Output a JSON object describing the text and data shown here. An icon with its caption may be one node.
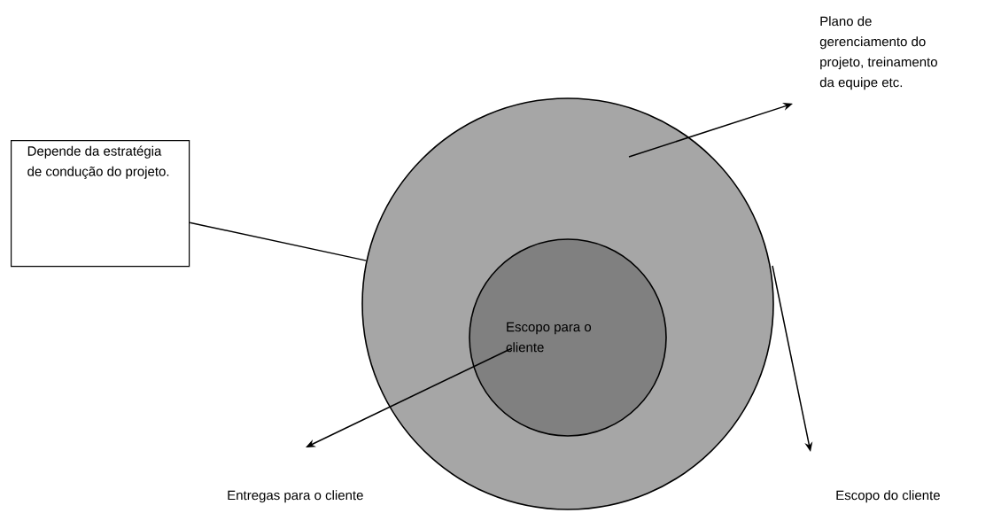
{
  "diagram": {
    "nodes": [
      {
        "text": [],
        "shape": "circle"
      },
      {
        "text": [
          "Escopo para o cliente"
        ],
        "in": 0
      },
      {
        "text": [
          "Depende da estratégia de condução do projeto."
        ]
      },
      {
        "text": [
          "Plano de gerenciamento do projeto, treinamento da equipe etc."
        ]
      },
      {
        "text": [
          "Entregas para o cliente"
        ]
      },
      {
        "text": [
          "Escopo do cliente"
        ]
      }
    ],
    "edges": [
      {
        "from": 0,
        "to": 3,
        "arrow": "to"
      },
      {
        "from": 1,
        "to": 4,
        "arrow": "to"
      },
      {
        "from": 0,
        "to": 5,
        "arrow": "to"
      },
      {
        "from": 2,
        "to": 0,
        "arrow": "none"
      }
    ]
  }
}
